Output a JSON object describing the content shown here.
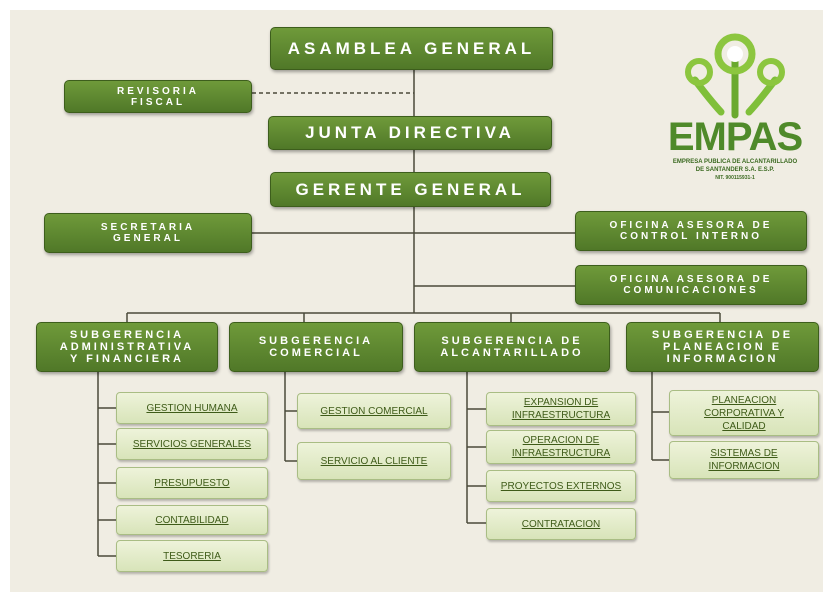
{
  "top": {
    "asamblea": "ASAMBLEA GENERAL",
    "revisoria": "REVISORIA\nFISCAL",
    "junta": "JUNTA DIRECTIVA",
    "gerente": "GERENTE GENERAL",
    "secretaria": "SECRETARIA\nGENERAL",
    "control": "OFICINA ASESORA DE\nCONTROL INTERNO",
    "comunicaciones": "OFICINA ASESORA DE\nCOMUNICACIONES"
  },
  "subgerencias": [
    {
      "title": "SUBGERENCIA\nADMINISTRATIVA\nY FINANCIERA",
      "children": [
        "GESTION HUMANA",
        "SERVICIOS GENERALES",
        "PRESUPUESTO",
        "CONTABILIDAD",
        "TESORERIA"
      ]
    },
    {
      "title": "SUBGERENCIA\nCOMERCIAL",
      "children": [
        "GESTION COMERCIAL",
        "SERVICIO AL CLIENTE"
      ]
    },
    {
      "title": "SUBGERENCIA DE\nALCANTARILLADO",
      "children": [
        "EXPANSION DE\nINFRAESTRUCTURA",
        "OPERACION DE\nINFRAESTRUCTURA",
        "PROYECTOS EXTERNOS",
        "CONTRATACION"
      ]
    },
    {
      "title": "SUBGERENCIA DE\nPLANEACION E\nINFORMACION",
      "children": [
        "PLANEACION\nCORPORATIVA Y\nCALIDAD",
        "SISTEMAS DE\nINFORMACION"
      ]
    }
  ],
  "logo": {
    "name": "EMPAS",
    "line1": "EMPRESA PUBLICA DE ALCANTARILLADO",
    "line2": "DE SANTANDER S.A. E.S.P.",
    "nit": "NIT. 900115931-1",
    "colors": {
      "primary": "#4f8a2a",
      "accent": "#8cc63f"
    }
  },
  "colors": {
    "background": "#f0ede3",
    "box_dark": "#5f8a30",
    "box_light": "#e4ecc8",
    "connector": "#4a4a3a"
  }
}
